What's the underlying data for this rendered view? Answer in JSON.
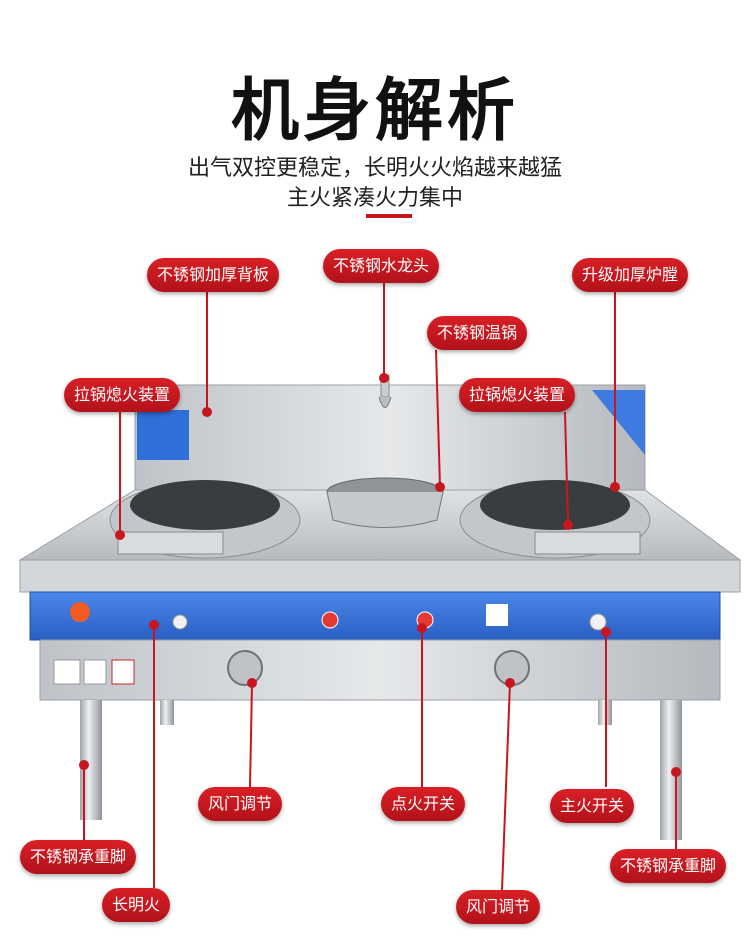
{
  "heading": {
    "title": "机身解析",
    "subtitle_line1": "出气双控更稳定，长明火火焰越来越猛",
    "subtitle_line2": "主火紧凑火力集中"
  },
  "labels": {
    "back_panel": "不锈钢加厚背板",
    "faucet": "不锈钢水龙头",
    "furnace_chamber": "升级加厚炉膛",
    "warm_pot": "不锈钢温锅",
    "pull_pot_left": "拉锅熄火装置",
    "pull_pot_right": "拉锅熄火装置",
    "air_door_left": "风门调节",
    "ignition_switch": "点火开关",
    "main_fire_switch": "主火开关",
    "leg_left": "不锈钢承重脚",
    "leg_right": "不锈钢承重脚",
    "pilot_flame": "长明火",
    "air_door_bottom": "风门调节"
  },
  "colors": {
    "accent_red": "#c8161e",
    "panel_blue": "#2f6fd8",
    "steel": "#c9ccd0"
  }
}
